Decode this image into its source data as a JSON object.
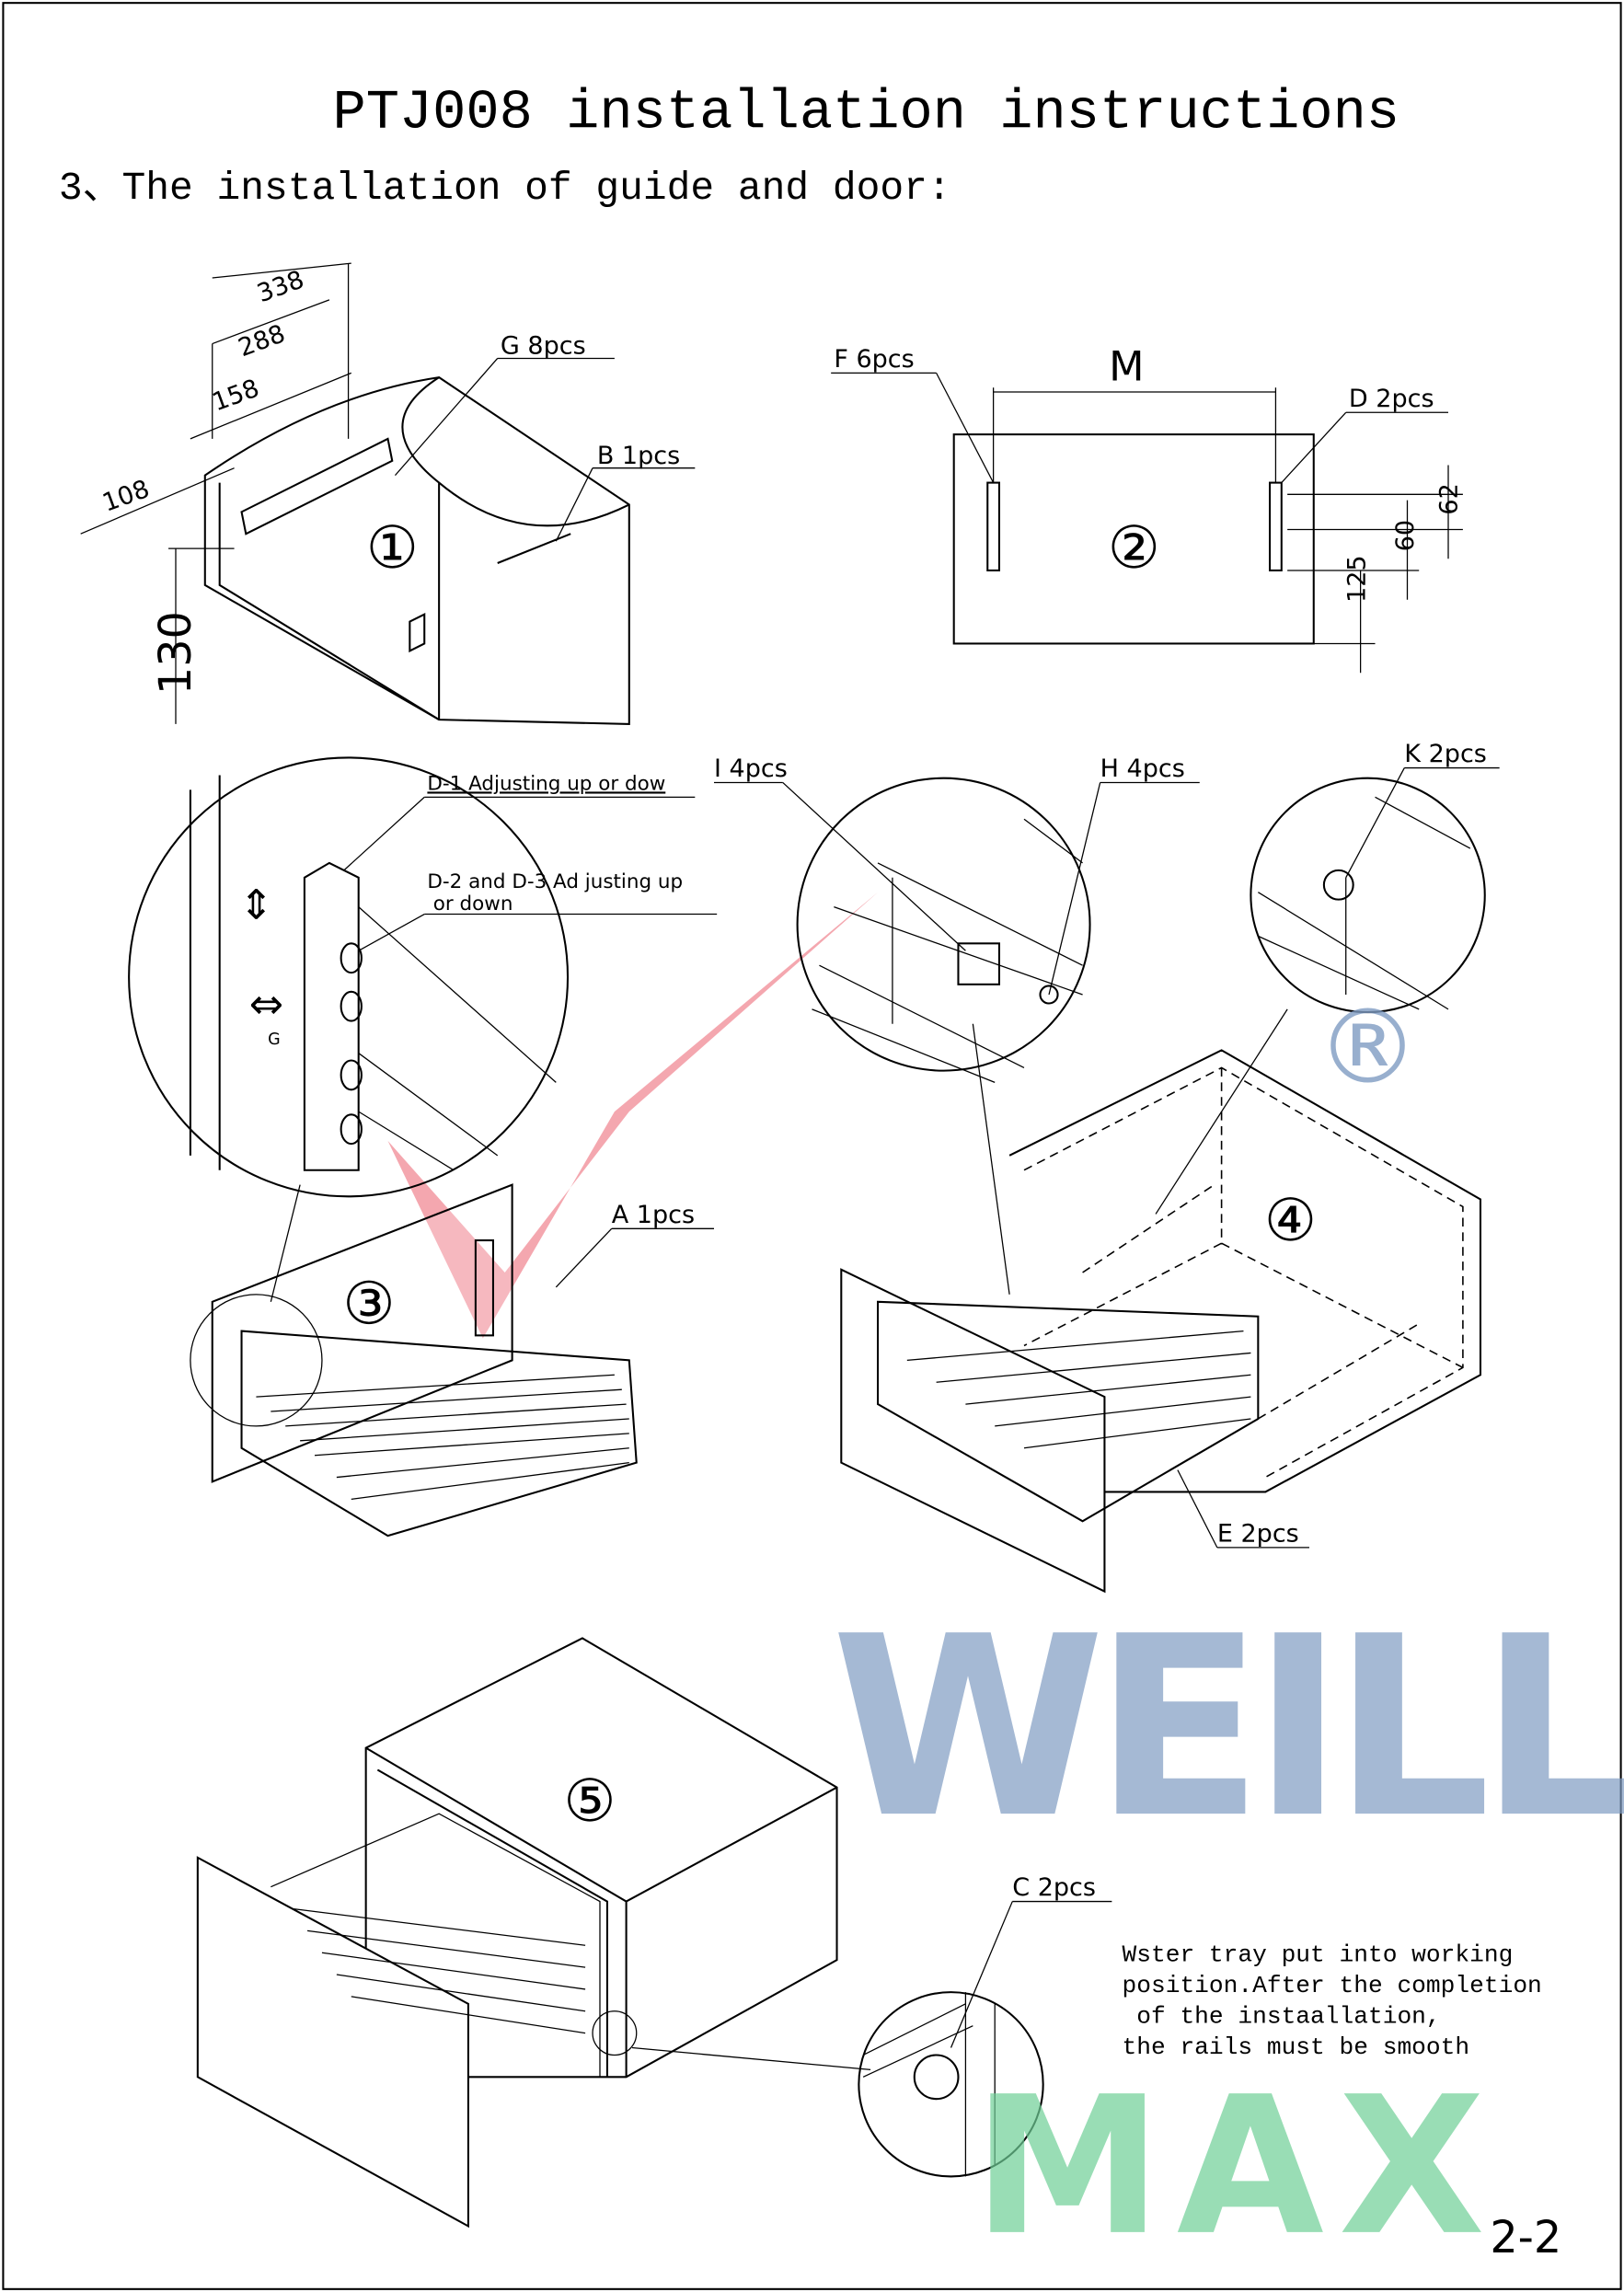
{
  "title": "PTJ008 installation instructions",
  "section": "3、The installation of guide and door:",
  "step1": {
    "number": "①",
    "dims": {
      "d338": "338",
      "d288": "288",
      "d158": "158",
      "d108": "108",
      "d130": "130"
    },
    "labels": {
      "g": "G 8pcs",
      "b": "B 1pcs"
    }
  },
  "step2": {
    "number": "②",
    "dim_m": "M",
    "labels": {
      "f": "F 6pcs",
      "d": "D 2pcs"
    },
    "dims": {
      "d62": "62",
      "d60": "60",
      "d125": "125"
    }
  },
  "detail_left": {
    "d1": "D-1 Adjusting up or dow",
    "d23_line1": "D-2 and D-3 Ad justing up",
    "d23_line2": "or down",
    "g": "G"
  },
  "detail_mid": {
    "i": "I 4pcs",
    "h": "H 4pcs"
  },
  "detail_right": {
    "k": "K 2pcs"
  },
  "step3": {
    "number": "③",
    "label_a": "A 1pcs"
  },
  "step4": {
    "number": "④",
    "label_e": "E 2pcs"
  },
  "step5": {
    "number": "⑤",
    "label_c": "C 2pcs"
  },
  "note": [
    "Wster tray put into working",
    "position.After the completion",
    " of the instaallation,",
    "the rails must be smooth"
  ],
  "watermark": {
    "line1": "WEILL",
    "line2": "MAX",
    "mark": "®",
    "color_red": "#f08a94",
    "color_blue": "#7f9cc2",
    "color_green": "#6fcf97"
  },
  "page_number": "2-2"
}
